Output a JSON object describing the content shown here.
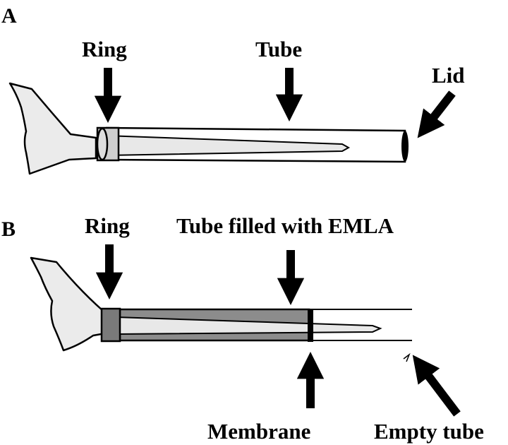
{
  "panels": [
    {
      "letter": "A",
      "labels": {
        "ring": "Ring",
        "tube": "Tube",
        "lid": "Lid"
      }
    },
    {
      "letter": "B",
      "labels": {
        "ring": "Ring",
        "tube_filled": "Tube filled with EMLA",
        "membrane": "Membrane",
        "empty_tube": "Empty tube"
      }
    }
  ],
  "colors": {
    "ink": "#000000",
    "finger": "#ebebeb",
    "ring": "#7a7a7a",
    "emla": "#8c8c8c",
    "needle": "#e8e8e8",
    "tube_wall": "#ffffff"
  }
}
